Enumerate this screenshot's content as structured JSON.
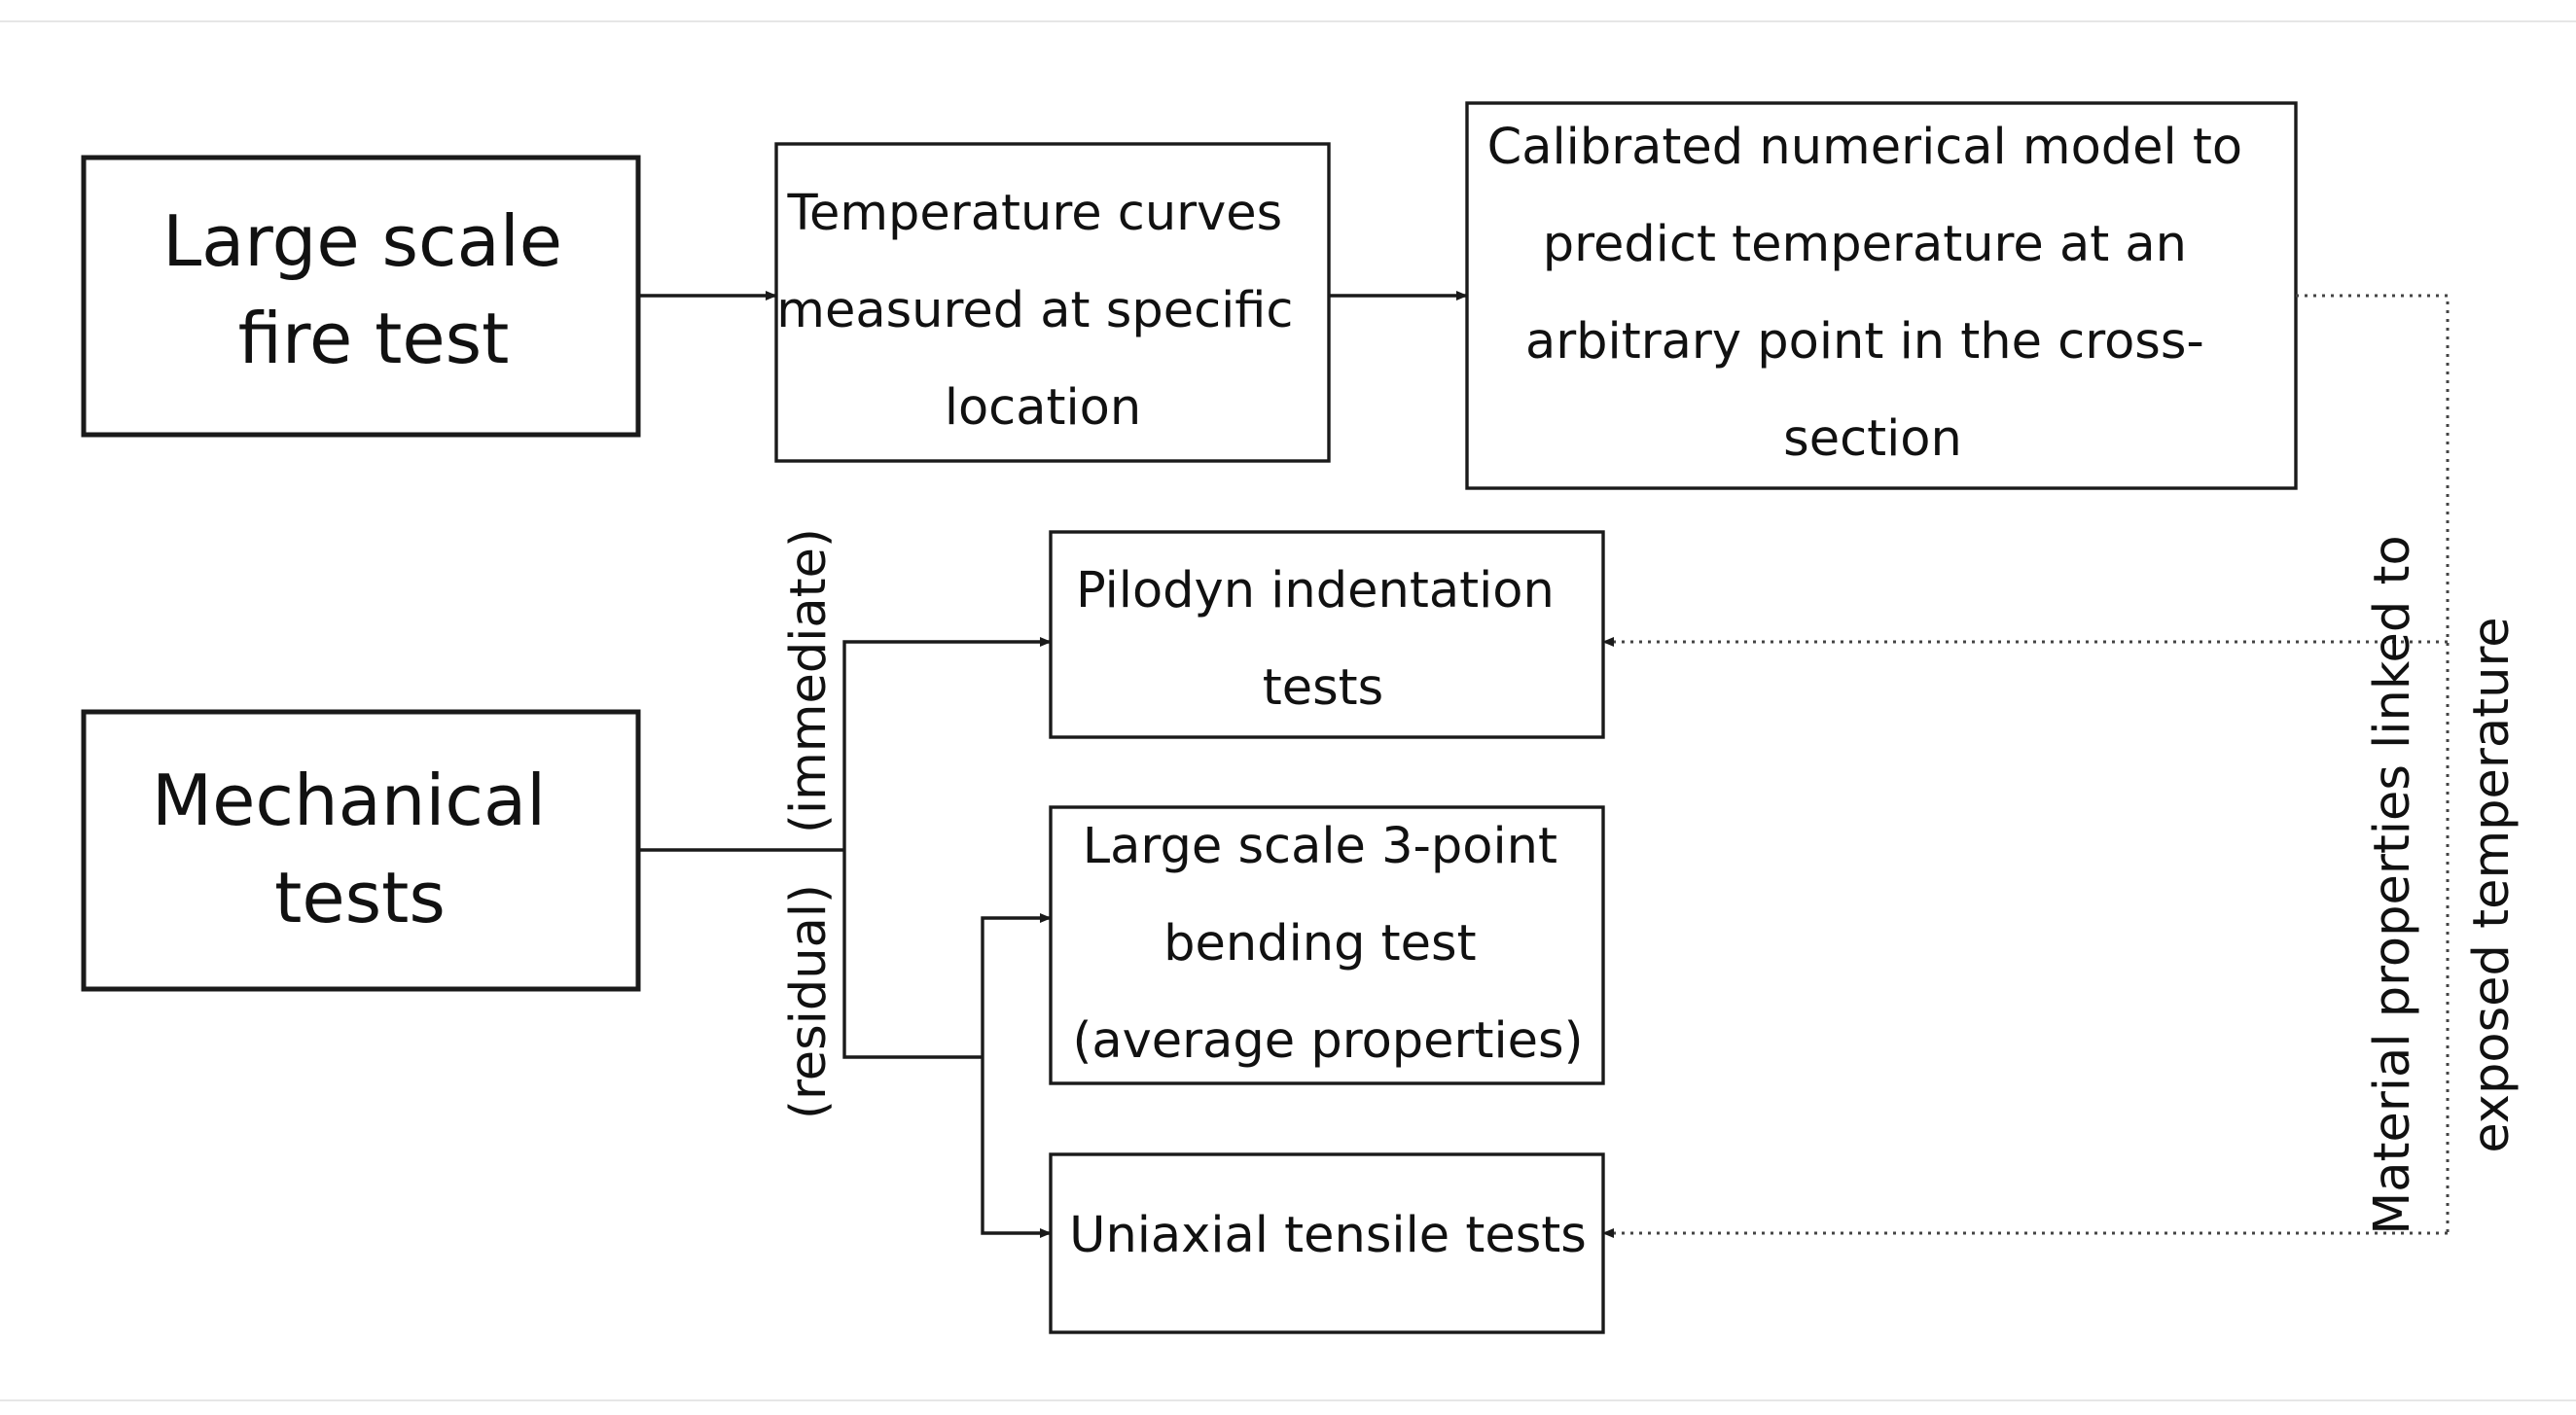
{
  "boxes": {
    "fire_test": {
      "lines": [
        "Large scale",
        "fire test"
      ]
    },
    "temperature_curves": {
      "lines": [
        "Temperature curves",
        "measured at specific",
        "location"
      ]
    },
    "numerical_model": {
      "lines": [
        "Calibrated numerical model to",
        "predict temperature at an",
        "arbitrary point in the cross-",
        "section"
      ]
    },
    "mechanical_tests": {
      "lines": [
        "Mechanical",
        "tests"
      ]
    },
    "pilodyn": {
      "lines": [
        "Pilodyn indentation",
        "tests"
      ]
    },
    "bending_test": {
      "lines": [
        "Large scale 3-point",
        "bending test",
        "(average properties)"
      ]
    },
    "tensile_tests": {
      "lines": [
        "Uniaxial tensile tests"
      ]
    }
  },
  "branch_labels": {
    "immediate": "(immediate)",
    "residual": "(residual)"
  },
  "side_note": {
    "lines": [
      "Material properties linked to",
      "exposed temperature"
    ]
  }
}
